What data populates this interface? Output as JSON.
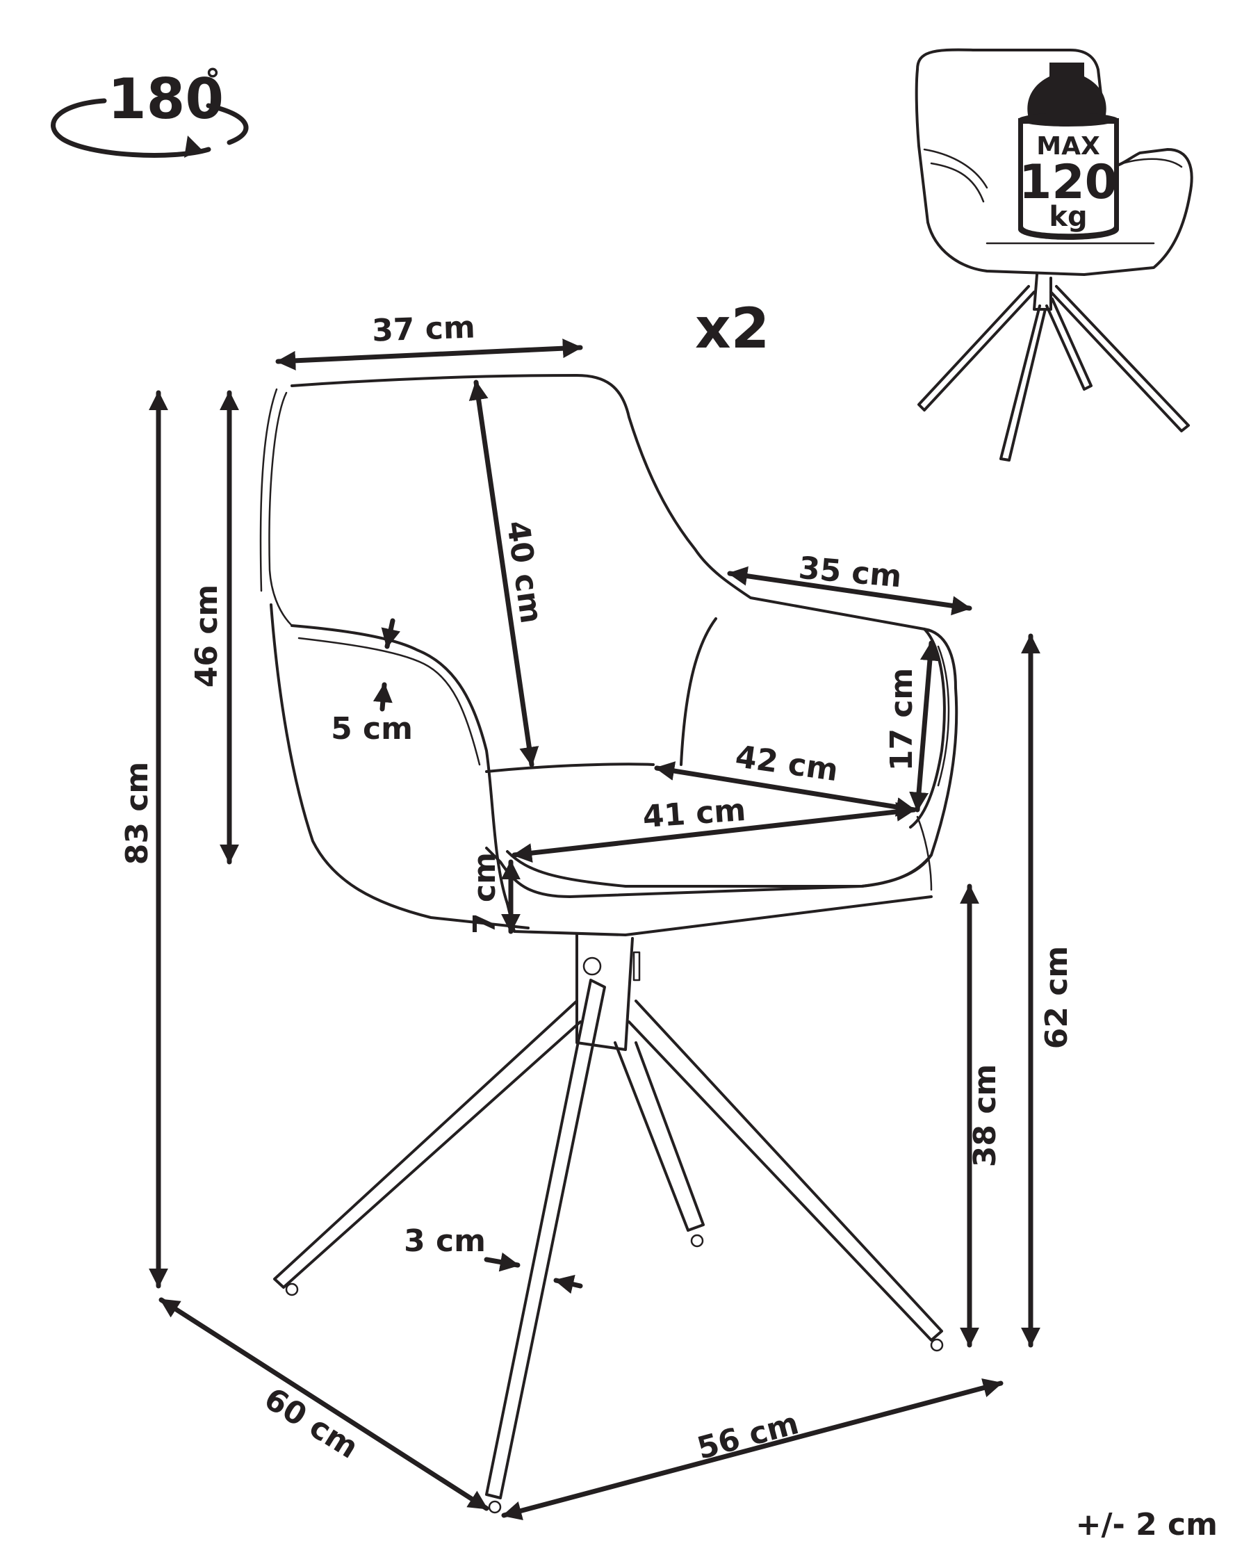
{
  "rotation": {
    "value": "180",
    "unit": "°"
  },
  "quantity": "x2",
  "max_load": {
    "label": "MAX",
    "value": "120",
    "unit": "kg"
  },
  "dimensions": {
    "back_width": "37 cm",
    "total_height": "83 cm",
    "back_height": "46 cm",
    "back_depth": "40 cm",
    "armrest_thickness": "5 cm",
    "armrest_length": "35 cm",
    "armrest_height": "17 cm",
    "seat_depth": "42 cm",
    "seat_width": "41 cm",
    "seat_thickness": "7 cm",
    "seat_height": "38 cm",
    "armrest_floor_height": "62 cm",
    "leg_width": "3 cm",
    "depth": "60 cm",
    "width": "56 cm"
  },
  "tolerance": "+/- 2 cm"
}
